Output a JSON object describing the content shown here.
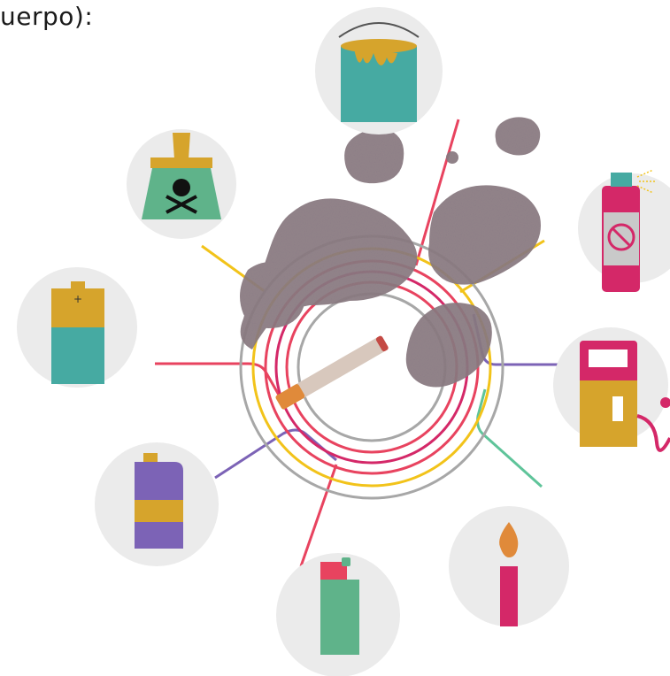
{
  "header": {
    "text": "uerpo):"
  },
  "colors": {
    "circle_bg": "#ebebeb",
    "pink": "#e8435f",
    "yellow": "#f2c31a",
    "purple": "#7c63b6",
    "green": "#5fc49a",
    "gray": "#a7a7a7",
    "teal": "#46aaa2",
    "ochre": "#d6a42c",
    "magenta": "#d42868",
    "smoke": "#8b7b82"
  },
  "items": [
    {
      "name": "paint-can",
      "icon": "paint-can-icon"
    },
    {
      "name": "poison-flask",
      "icon": "skull-crossbones-icon"
    },
    {
      "name": "insecticide-spray",
      "icon": "spray-can-icon"
    },
    {
      "name": "battery",
      "icon": "battery-icon"
    },
    {
      "name": "gas-pump",
      "icon": "fuel-pump-icon"
    },
    {
      "name": "solvent-jug",
      "icon": "jug-icon"
    },
    {
      "name": "lighter",
      "icon": "lighter-icon"
    },
    {
      "name": "candle",
      "icon": "candle-icon"
    }
  ]
}
